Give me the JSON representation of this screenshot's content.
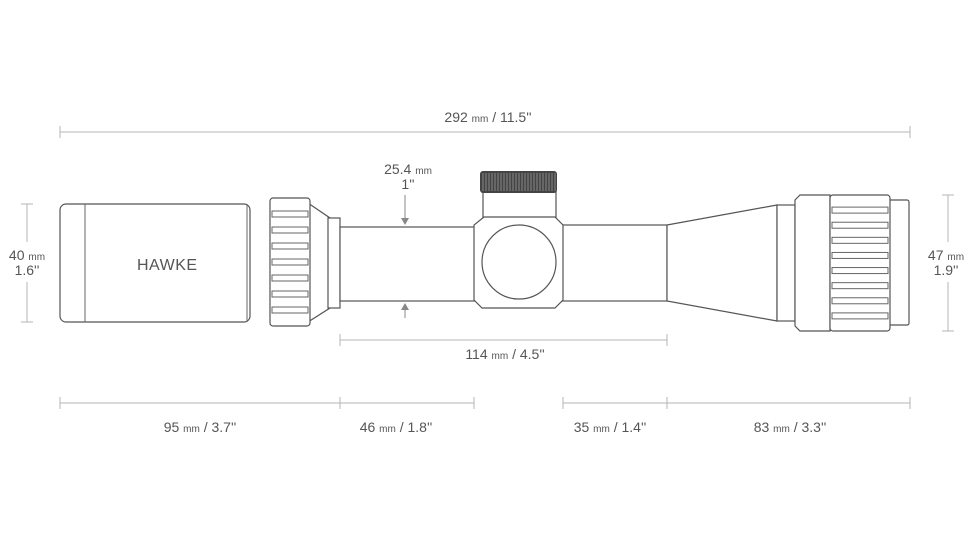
{
  "brand": "HAWKE",
  "dimensions": {
    "overall_length": {
      "value": "292",
      "unit": "mm",
      "imperial": " / 11.5''"
    },
    "tube_diameter": {
      "value": "25.4",
      "unit": "mm",
      "imperial": "1''"
    },
    "eyepiece_diameter": {
      "value": "40",
      "unit": "mm",
      "imperial": "1.6''"
    },
    "objective_diameter": {
      "value": "47",
      "unit": "mm",
      "imperial": "1.9''"
    },
    "mounting_length": {
      "value": "114",
      "unit": "mm",
      "imperial": " / 4.5''"
    },
    "segments": [
      {
        "value": "95",
        "unit": "mm",
        "imperial": " / 3.7''"
      },
      {
        "value": "46",
        "unit": "mm",
        "imperial": " / 1.8''"
      },
      {
        "value": "35",
        "unit": "mm",
        "imperial": " / 1.4''"
      },
      {
        "value": "83",
        "unit": "mm",
        "imperial": " / 3.3''"
      }
    ]
  },
  "colors": {
    "outline": "#555555",
    "dimension_line": "#b5b5b5",
    "text": "#555555"
  }
}
